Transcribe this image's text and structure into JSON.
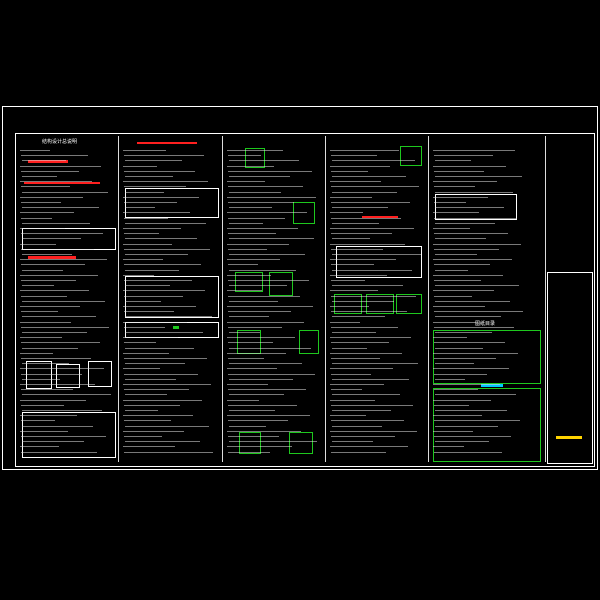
{
  "drawing": {
    "sheet_title": "",
    "columns": [
      {
        "heading": "结构设计总说明"
      },
      {
        "heading": ""
      },
      {
        "heading": ""
      },
      {
        "heading": ""
      },
      {
        "heading": "图纸目录"
      }
    ]
  },
  "colors": {
    "background": "#000000",
    "linework": "#ffffff",
    "accent_red": "#ff2020",
    "accent_green": "#1ec81e",
    "accent_yellow": "#ffd400",
    "accent_cyan": "#00c8ff"
  },
  "icons": [
    "title-block",
    "detail-sketch"
  ]
}
